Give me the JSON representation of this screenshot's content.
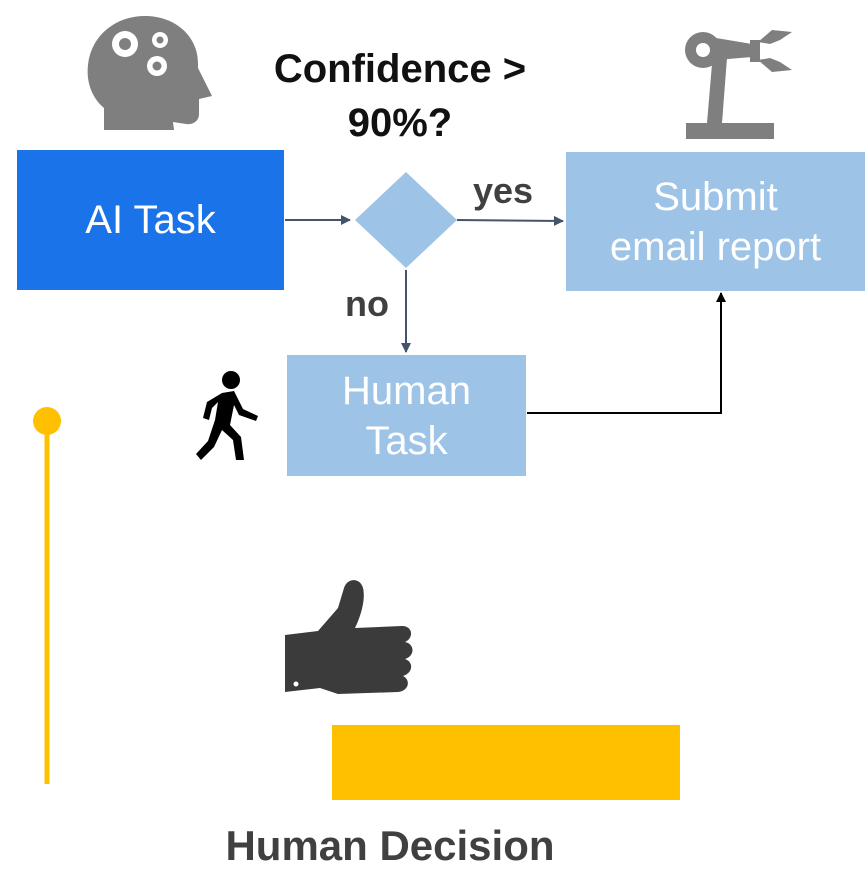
{
  "nodes": {
    "ai_task": "AI Task",
    "decision_line1": "Confidence >",
    "decision_line2": "90%?",
    "submit_line1": "Submit",
    "submit_line2": "email report",
    "human_line1": "Human",
    "human_line2": "Task"
  },
  "edges": {
    "yes": "yes",
    "no": "no"
  },
  "footer": {
    "label": "Human Decision"
  },
  "colors": {
    "ai_task": "#1a73e8",
    "light_box": "#9dc3e6",
    "diamond": "#9dc3e6",
    "slider": "#ffc000",
    "icon_gray": "#7f7f7f",
    "icon_dark": "#3b3b3b",
    "connector": "#44546a"
  },
  "icons": [
    "brain-gears-icon",
    "robot-arm-icon",
    "walking-person-icon",
    "thumbs-up-icon"
  ]
}
